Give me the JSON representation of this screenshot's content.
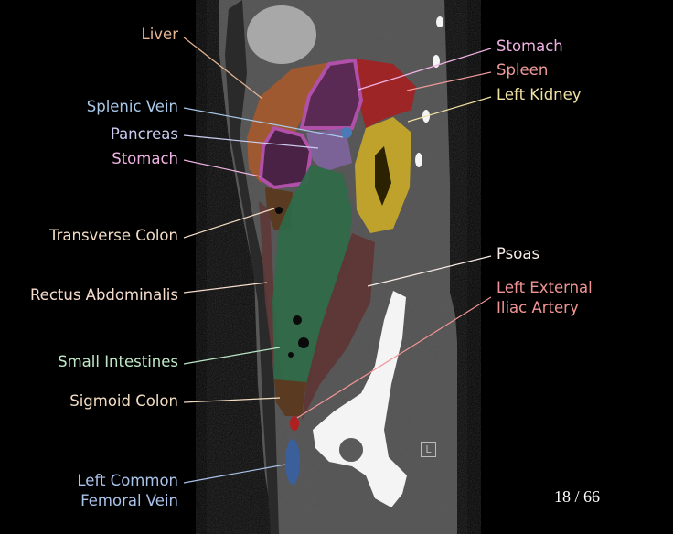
{
  "slice_counter": "18 / 66",
  "orientation_marker": "L",
  "labels_left": [
    {
      "text": "Liver",
      "color": "#e6b592"
    },
    {
      "text": "Splenic Vein",
      "color": "#a9c9e9"
    },
    {
      "text": "Pancreas",
      "color": "#cccdf0"
    },
    {
      "text": "Stomach",
      "color": "#f0b2e2"
    },
    {
      "text": "Transverse Colon",
      "color": "#f2dcc4"
    },
    {
      "text": "Rectus Abdominalis",
      "color": "#f6dccd"
    },
    {
      "text": "Small Intestines",
      "color": "#bfe8c8"
    },
    {
      "text": "Sigmoid Colon",
      "color": "#f1dcc0"
    },
    {
      "text": "Left Common",
      "color": "#aac3ea"
    },
    {
      "text": "Femoral Vein",
      "color": "#aac3ea"
    }
  ],
  "labels_right": [
    {
      "text": "Stomach",
      "color": "#f0b2e2"
    },
    {
      "text": "Spleen",
      "color": "#f19a9a"
    },
    {
      "text": "Left Kidney",
      "color": "#f1e1a2"
    },
    {
      "text": "Psoas",
      "color": "#f8ece6"
    },
    {
      "text": "Left External",
      "color": "#f29494"
    },
    {
      "text": "Iliac Artery",
      "color": "#f29494"
    }
  ]
}
